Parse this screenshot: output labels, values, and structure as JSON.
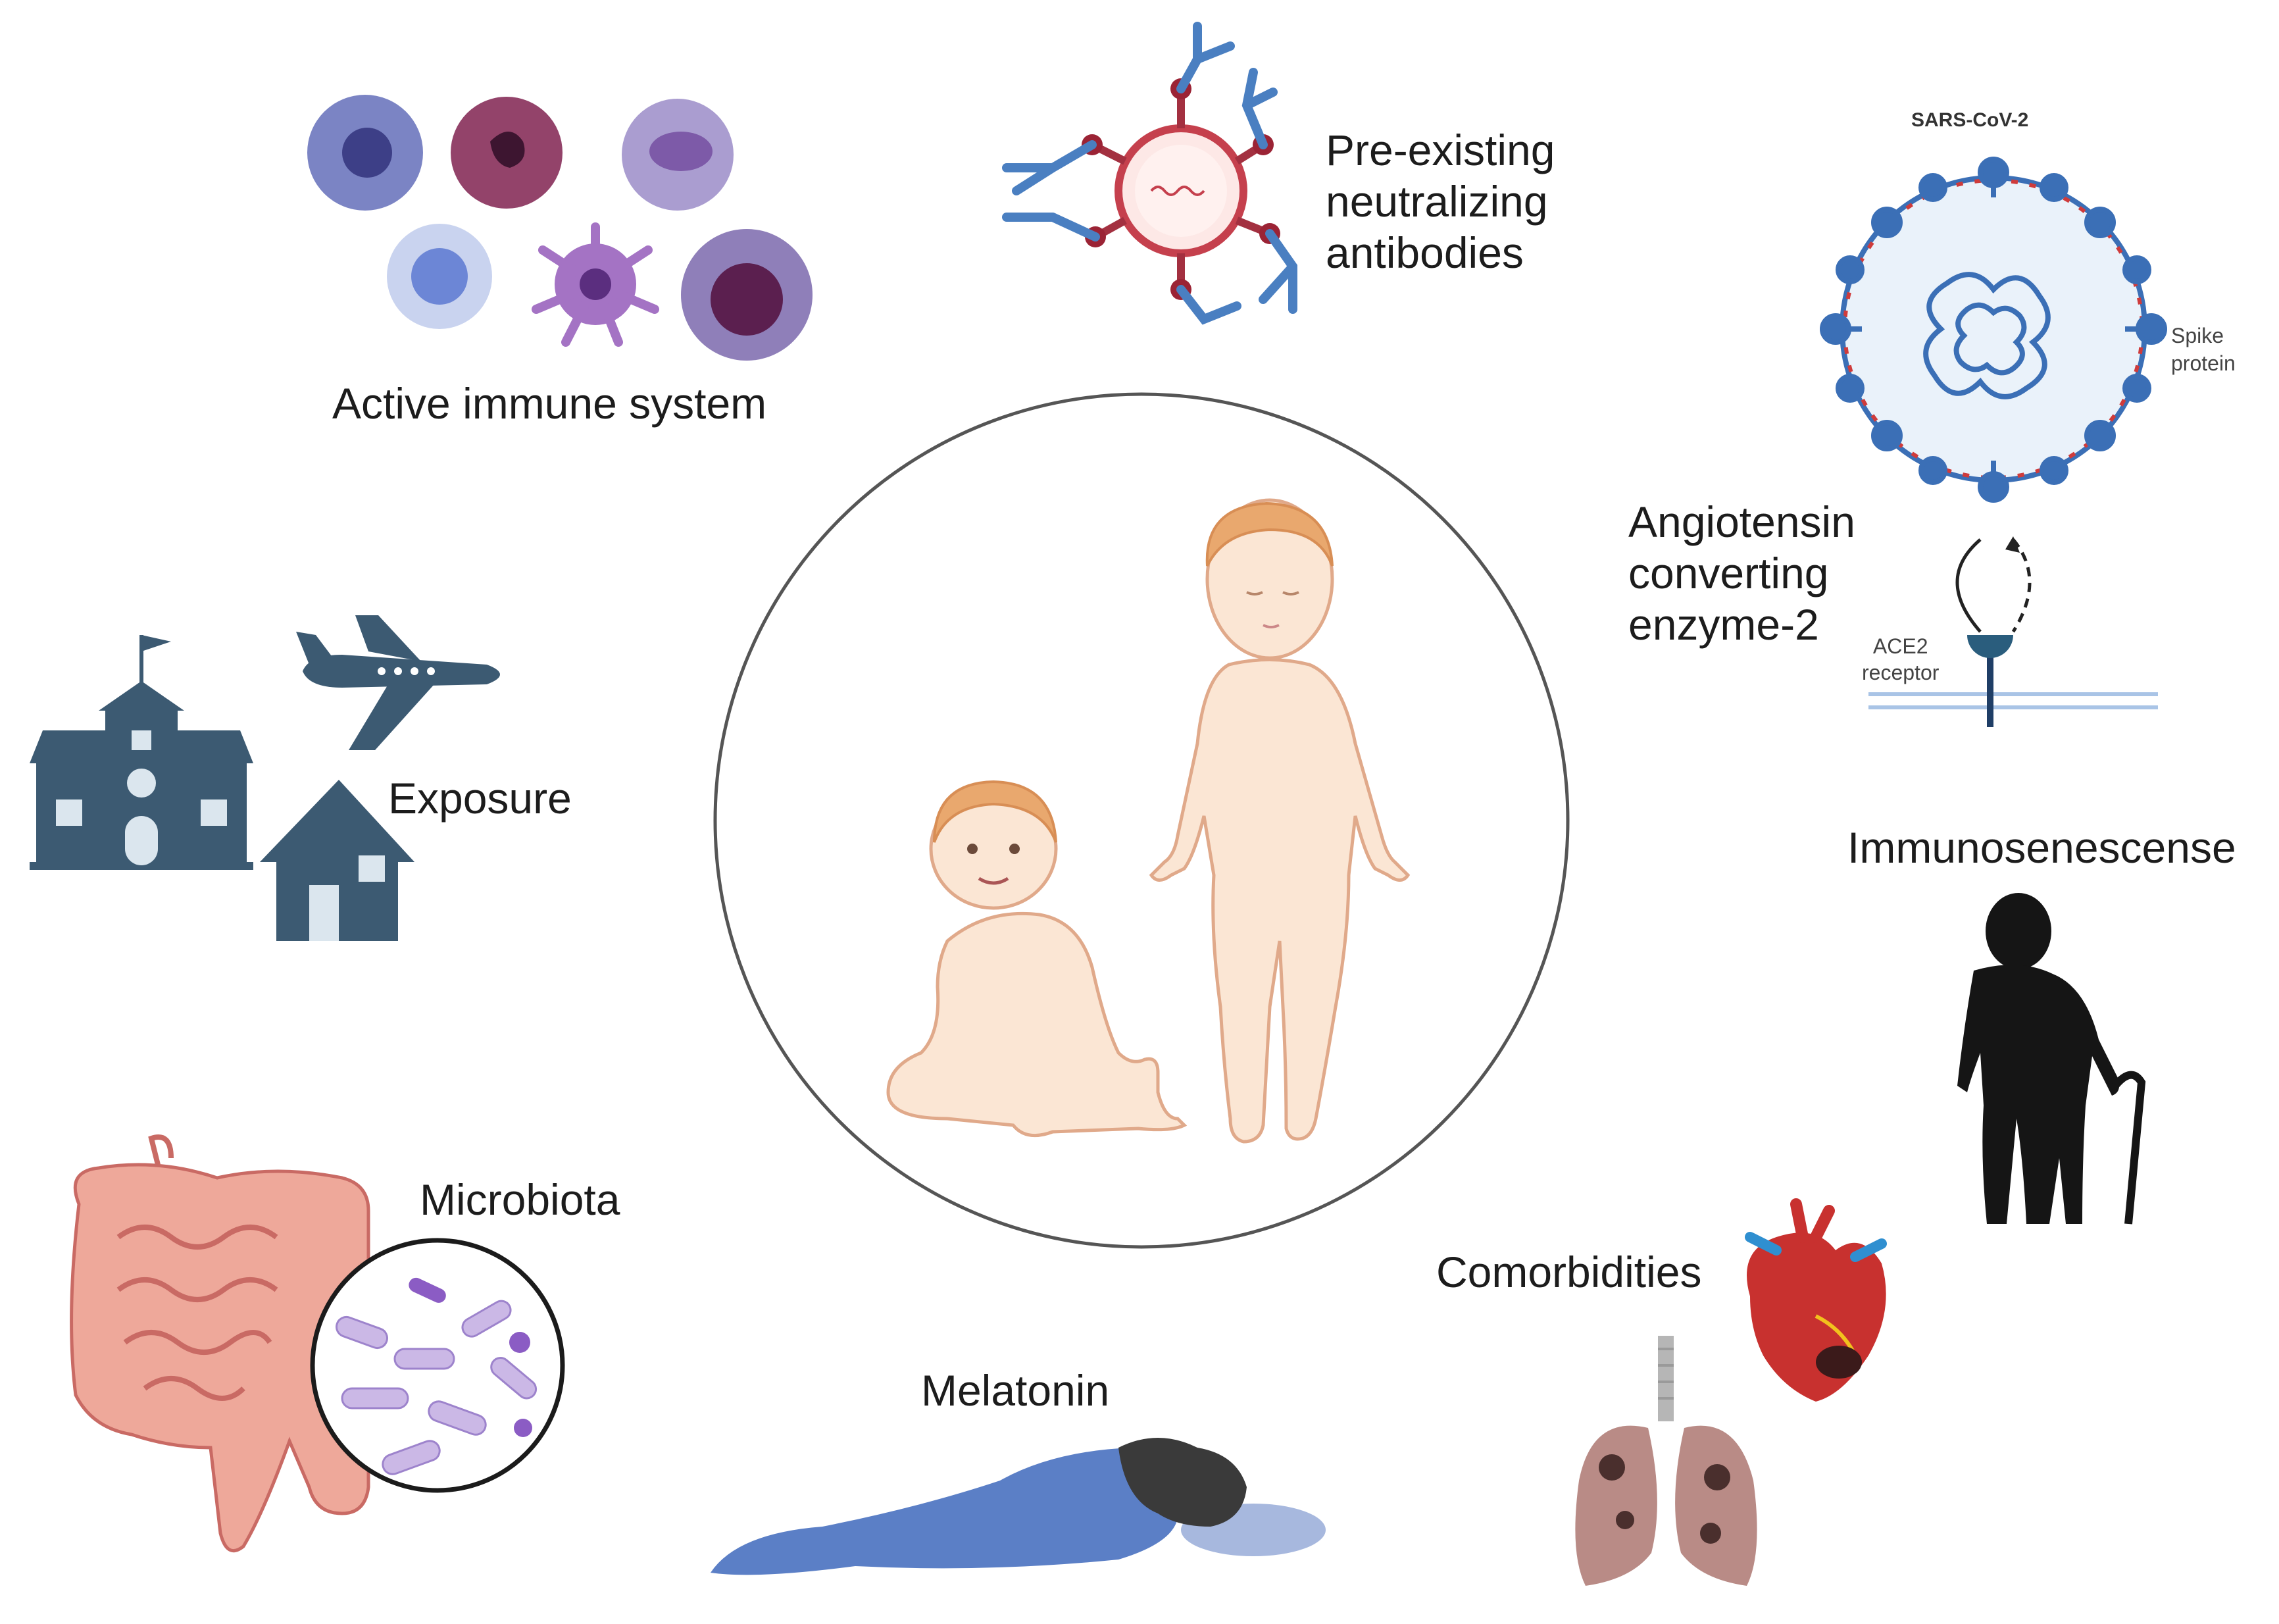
{
  "labels": {
    "active_immune": "Active immune system",
    "neutralizing_antibodies": [
      "Pre-existing",
      "neutralizing",
      "antibodies"
    ],
    "sars_cov2": "SARS-CoV-2",
    "spike_protein": [
      "Spike",
      "protein"
    ],
    "ace2_long": [
      "Angiotensin",
      "converting",
      "enzyme-2"
    ],
    "ace2_receptor": [
      "ACE2",
      "receptor"
    ],
    "exposure": "Exposure",
    "immunosenescence": "Immunosenescense",
    "microbiota": "Microbiota",
    "melatonin": "Melatonin",
    "comorbidities": "Comorbidities"
  },
  "icons": {
    "immune_cells": "immune-cells-icon",
    "antibody_virus": "antibody-virus-icon",
    "sars_cov2": "coronavirus-icon",
    "ace2": "ace2-receptor-icon",
    "school": "school-icon",
    "airplane": "airplane-icon",
    "house": "house-icon",
    "children": "children-icon",
    "elderly": "elderly-person-icon",
    "intestine": "intestine-icon",
    "bacteria": "bacteria-magnifier-icon",
    "sleeping_person": "sleeping-person-icon",
    "heart": "heart-icon",
    "lungs": "lungs-icon"
  },
  "colors": {
    "navy": "#3c5a72",
    "virus_blue": "#3b6fb6",
    "antibody_blue": "#4a7fc1",
    "skin": "#fbe3cf",
    "skin_line": "#e6b08e",
    "hair": "#e9a86e",
    "intestine": "#e89a8e",
    "blanket": "#5b7fc6",
    "silhouette": "#151515"
  }
}
